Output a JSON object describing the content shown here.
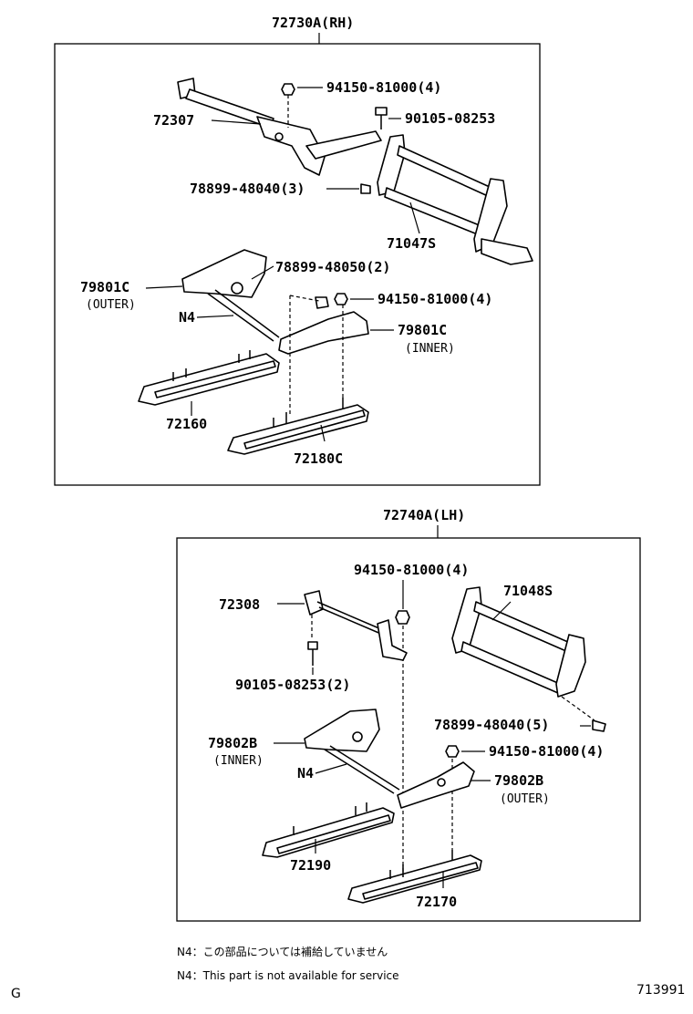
{
  "assemblies": {
    "rh": {
      "title": "72730A(RH)",
      "parts": {
        "p72307": "72307",
        "p94150_top": "94150-81000(4)",
        "p90105": "90105-08253",
        "p78899_48040": "78899-48040(3)",
        "p71047s": "71047S",
        "p79801c_outer": "79801C",
        "p79801c_outer_note": "(OUTER)",
        "p78899_48050": "78899-48050(2)",
        "p94150_mid": "94150-81000(4)",
        "pN4": "N4",
        "p79801c_inner": "79801C",
        "p79801c_inner_note": "(INNER)",
        "p72160": "72160",
        "p72180c": "72180C"
      }
    },
    "lh": {
      "title": "72740A(LH)",
      "parts": {
        "p94150_top": "94150-81000(4)",
        "p71048s": "71048S",
        "p72308": "72308",
        "p90105": "90105-08253(2)",
        "p78899_48040": "78899-48040(5)",
        "p79802b_inner": "79802B",
        "p79802b_inner_note": "(INNER)",
        "p94150_mid": "94150-81000(4)",
        "pN4": "N4",
        "p79802b_outer": "79802B",
        "p79802b_outer_note": "(OUTER)",
        "p72190": "72190",
        "p72170": "72170"
      }
    }
  },
  "notes": {
    "jp": "N4：この部品については補給していません",
    "en": "N4：This part is not available for service"
  },
  "footer": {
    "left_code": "G",
    "diagram_id": "713991"
  }
}
